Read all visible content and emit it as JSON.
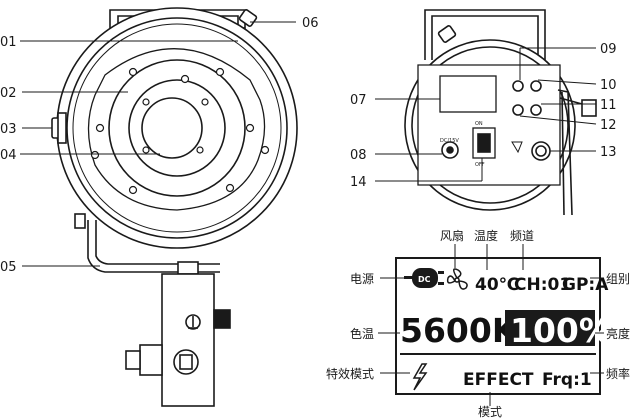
{
  "left_callouts": [
    "01",
    "02",
    "03",
    "04",
    "05"
  ],
  "top_right_callout": "06",
  "back_callouts_left": [
    "07",
    "08",
    "14"
  ],
  "back_callouts_right": [
    "09",
    "10",
    "11",
    "12",
    "13"
  ],
  "lcd": {
    "top_labels": [
      "风扇",
      "温度",
      "频道"
    ],
    "power_label": "电源",
    "group_label": "组别",
    "colortemp_label": "色温",
    "brightness_label": "亮度",
    "effect_label": "特效模式",
    "freq_label": "频率",
    "mode_label": "模式",
    "temp_value": "40℃",
    "channel_value": "CH:01",
    "group_value": "GP:A",
    "dc_text": "DC",
    "kelvin_value": "5600K",
    "brightness_value": "100%",
    "effect_value": "EFFECT",
    "freq_value": "Frq:1"
  },
  "panel_marks": {
    "dc_in": "DC/15V",
    "on": "ON",
    "off": "OFF"
  }
}
